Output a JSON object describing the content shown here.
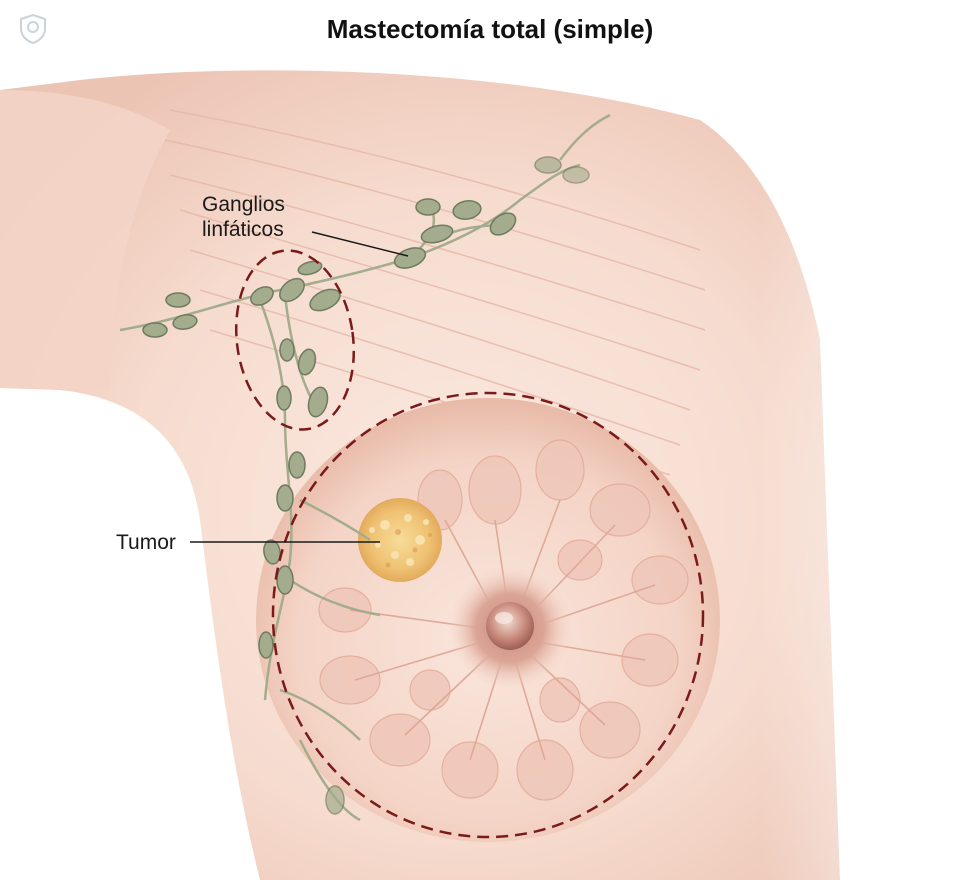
{
  "title": "Mastectomía total (simple)",
  "labels": {
    "ganglios_line1": "Ganglios",
    "ganglios_line2": "linfáticos",
    "tumor": "Tumor"
  },
  "colors": {
    "skin": "#f6dccf",
    "skin_shadow": "#e9bfae",
    "node_fill": "#a3ac8c",
    "node_stroke": "#6f7a5e",
    "dashed_outline": "#7a1a1a",
    "tumor": "#f0c878",
    "nipple": "#b8786a"
  },
  "icons": {
    "logo": "shield-logo-icon"
  }
}
